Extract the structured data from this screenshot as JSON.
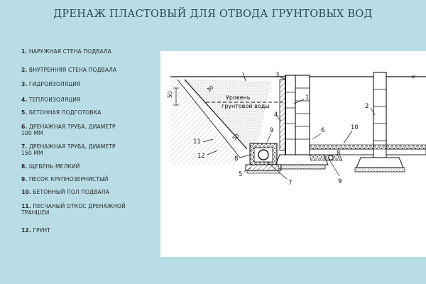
{
  "title": "ДРЕНАЖ ПЛАСТОВЫЙ ДЛЯ ОТВОДА ГРУНТОВЫХ ВОД",
  "legend": [
    {
      "num": "1.",
      "text": "НАРУЖНАЯ СТЕНА ПОДВАЛА"
    },
    {
      "num": "2.",
      "text": "ВНУТРЕННЯЯ СТЕНА ПОДВАЛА"
    },
    {
      "num": "3.",
      "text": "ГИДРОИЗОЛЯЦИЯ"
    },
    {
      "num": "4.",
      "text": "ТЕПЛОИЗОЛЯЦИЯ"
    },
    {
      "num": "5.",
      "text": "БЕТОННАЯ ПОДГОТОВКА"
    },
    {
      "num": "6.",
      "text": "ДРЕНАЖНАЯ ТРУБА, ДИАМЕТР",
      "text2": "100 ММ"
    },
    {
      "num": "7.",
      "text": "ДРЕНАЖНАЯ ТРУБА, ДИАМЕТР",
      "text2": "150 ММ"
    },
    {
      "num": "8.",
      "text": "ЩЕБЕНЬ МЕЛКИЙ"
    },
    {
      "num": "9.",
      "text": "ПЕСОК КРУПНОЗЕРНИСТЫЙ"
    },
    {
      "num": "10.",
      "text": "БЕТОННЫЙ ПОЛ ПОДВАЛА"
    },
    {
      "num": "11.",
      "text": "ПЕСЧАНЫЙ ОТКОС ДРЕНАЖНОЙ",
      "text2": "ТРАНШЕИ"
    },
    {
      "num": "12.",
      "text": "ГРУНТ"
    }
  ],
  "drawing": {
    "water_label_line1": "Уровень",
    "water_label_line2": "грунтовой воды",
    "dim_50_vertical": "50",
    "dim_30_slope": "30",
    "dim_50_slope": "50",
    "callouts": [
      "1",
      "2",
      "3",
      "4",
      "5",
      "6",
      "7",
      "8",
      "9",
      "10",
      "11",
      "12"
    ]
  }
}
